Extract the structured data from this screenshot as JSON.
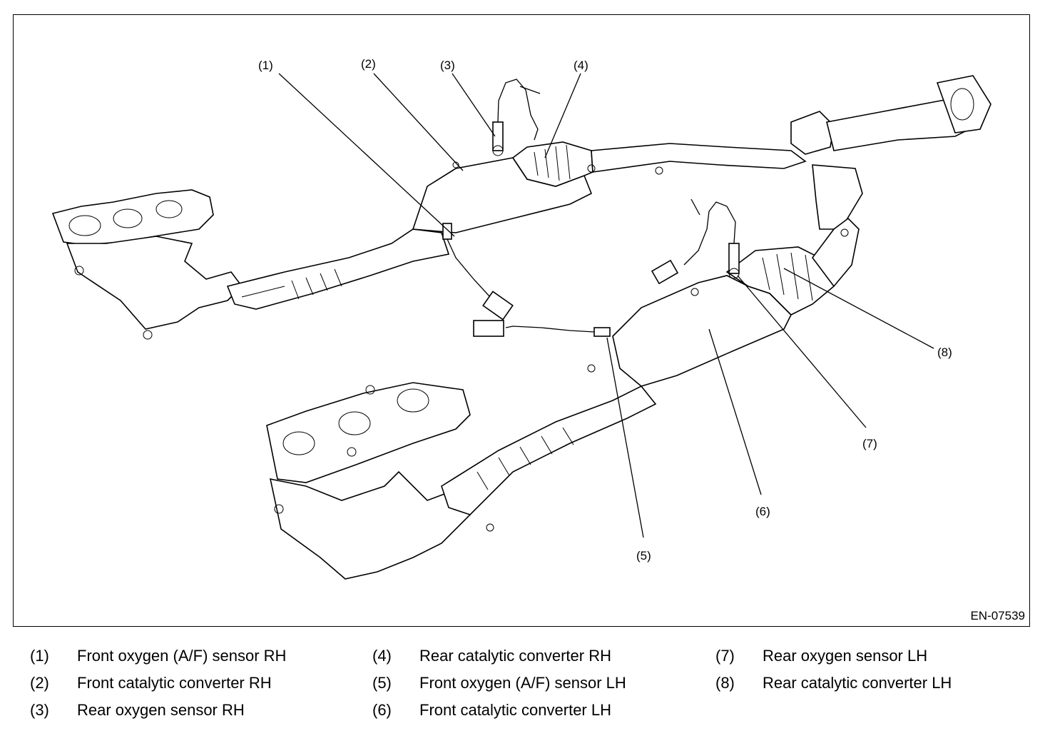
{
  "figure_id": "EN-07539",
  "callouts": [
    "(1)",
    "(2)",
    "(3)",
    "(4)",
    "(5)",
    "(6)",
    "(7)",
    "(8)"
  ],
  "legend": [
    {
      "num": "(1)",
      "text": "Front oxygen (A/F) sensor RH"
    },
    {
      "num": "(2)",
      "text": "Front catalytic converter RH"
    },
    {
      "num": "(3)",
      "text": "Rear oxygen sensor RH"
    },
    {
      "num": "(4)",
      "text": "Rear catalytic converter RH"
    },
    {
      "num": "(5)",
      "text": "Front oxygen (A/F) sensor LH"
    },
    {
      "num": "(6)",
      "text": "Front catalytic converter LH"
    },
    {
      "num": "(7)",
      "text": "Rear oxygen sensor LH"
    },
    {
      "num": "(8)",
      "text": "Rear catalytic converter LH"
    }
  ]
}
